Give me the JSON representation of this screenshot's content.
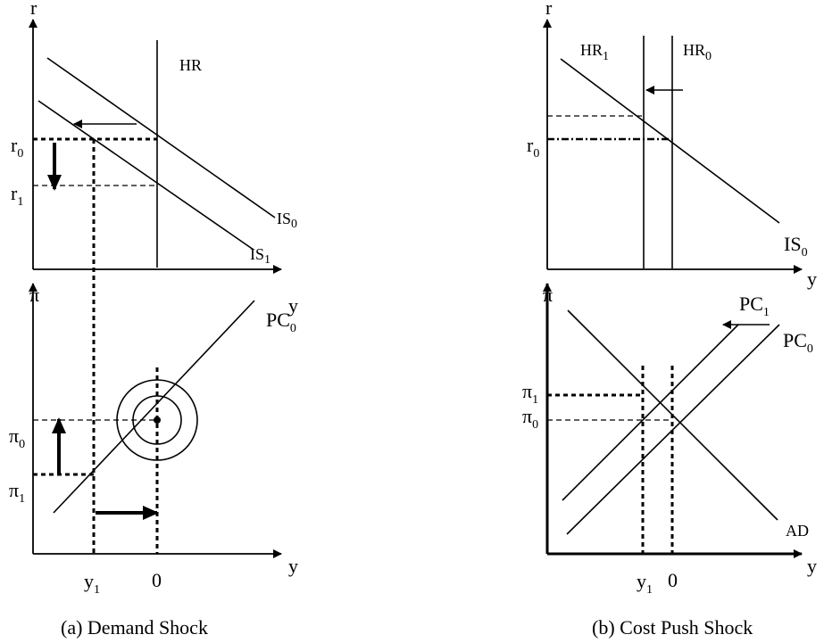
{
  "panel_a": {
    "caption": "(a) Demand Shock",
    "top": {
      "y_axis": "r",
      "x_axis": "y",
      "hr": "HR",
      "is0": "IS",
      "is0_sub": "0",
      "is1": "IS",
      "is1_sub": "1",
      "r0": "r",
      "r0_sub": "0",
      "r1": "r",
      "r1_sub": "1"
    },
    "bottom": {
      "y_axis": "π",
      "x_axis": "y",
      "pc0": "PC",
      "pc0_sub": "0",
      "pi0": "π",
      "pi0_sub": "0",
      "pi1": "π",
      "pi1_sub": "1",
      "y1": "y",
      "y1_sub": "1",
      "zero": "0"
    }
  },
  "panel_b": {
    "caption": "(b) Cost Push Shock",
    "top": {
      "y_axis": "r",
      "x_axis": "y",
      "hr1": "HR",
      "hr1_sub": "1",
      "hr0": "HR",
      "hr0_sub": "0",
      "is0": "IS",
      "is0_sub": "0",
      "r0": "r",
      "r0_sub": "0"
    },
    "bottom": {
      "y_axis": "π",
      "x_axis": "y",
      "pc1": "PC",
      "pc1_sub": "1",
      "pc0": "PC",
      "pc0_sub": "0",
      "ad": "AD",
      "pi1": "π",
      "pi1_sub": "1",
      "pi0": "π",
      "pi0_sub": "0",
      "y1": "y",
      "y1_sub": "1",
      "zero": "0"
    }
  }
}
